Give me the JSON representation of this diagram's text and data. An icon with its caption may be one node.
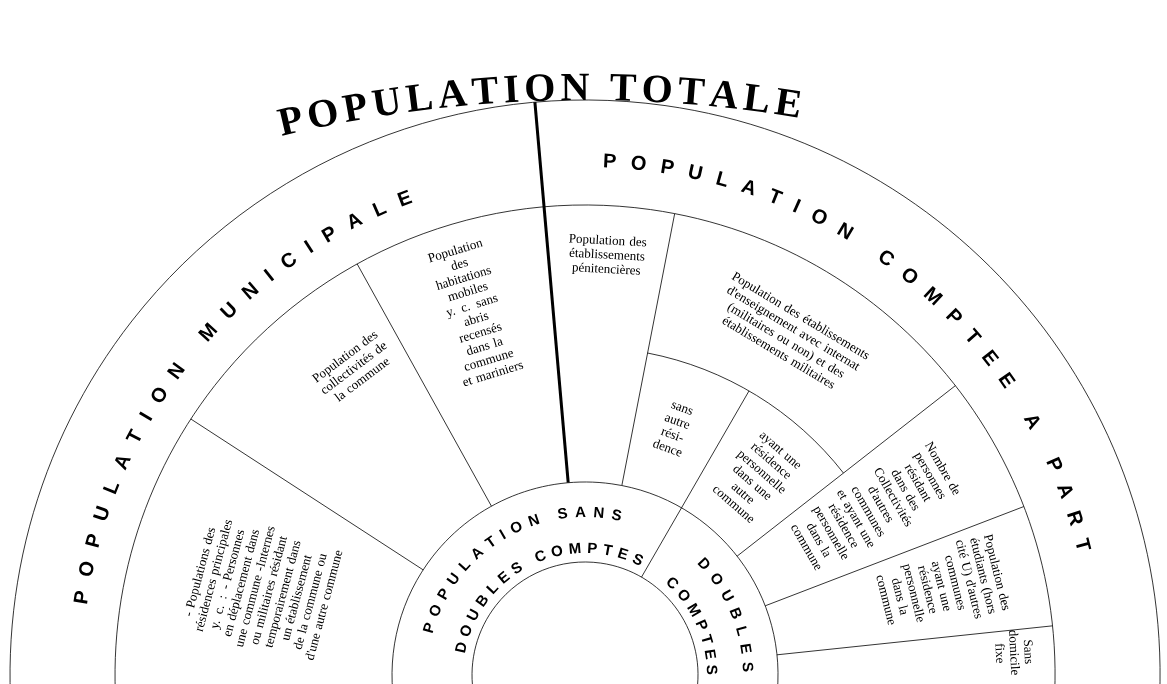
{
  "diagram": {
    "title": "POPULATION TOTALE",
    "nodes": [
      {
        "text": [
          "POPULATION MUNICIPALE"
        ]
      },
      {
        "text": [
          "POPULATION COMPTEE A PART"
        ]
      },
      {
        "text": [
          "- Populations des résidences principales y. c. : - Personnes en déplacement dans une commune -Internes ou militaires résidant temporairement dans un établissement de la commune ou d'une autre commune"
        ]
      },
      {
        "text": [
          "Population des collectivités de la commune"
        ]
      },
      {
        "text": [
          "Population des habitations mobiles y. c. sans abris recensés dans la commune et mariniers"
        ]
      },
      {
        "text": [
          "Population des établissements pénitencières"
        ]
      },
      {
        "text": [
          "Population des établissements d'enseignement avec internat (militaires ou non) et des établissements militaires"
        ]
      },
      {
        "text": [
          "sans autre rési-dence"
        ]
      },
      {
        "text": [
          "ayant une résidence personnelle dans une autre commune"
        ]
      },
      {
        "text": [
          "Nombre de personnes résidant dans des Collectivités d'autres communes et ayant une résidence personnelle dans la commune"
        ]
      },
      {
        "text": [
          "Population des étudiants (hors cité U) d'autres communes ayant une résidence personnelle dans la commune"
        ]
      },
      {
        "text": [
          "Sans domicile fixe"
        ]
      },
      {
        "text": [
          "POPULATION SANS DOUBLES COMPTES"
        ]
      },
      {
        "text": [
          "DOUBLES COMPTES"
        ]
      }
    ]
  }
}
